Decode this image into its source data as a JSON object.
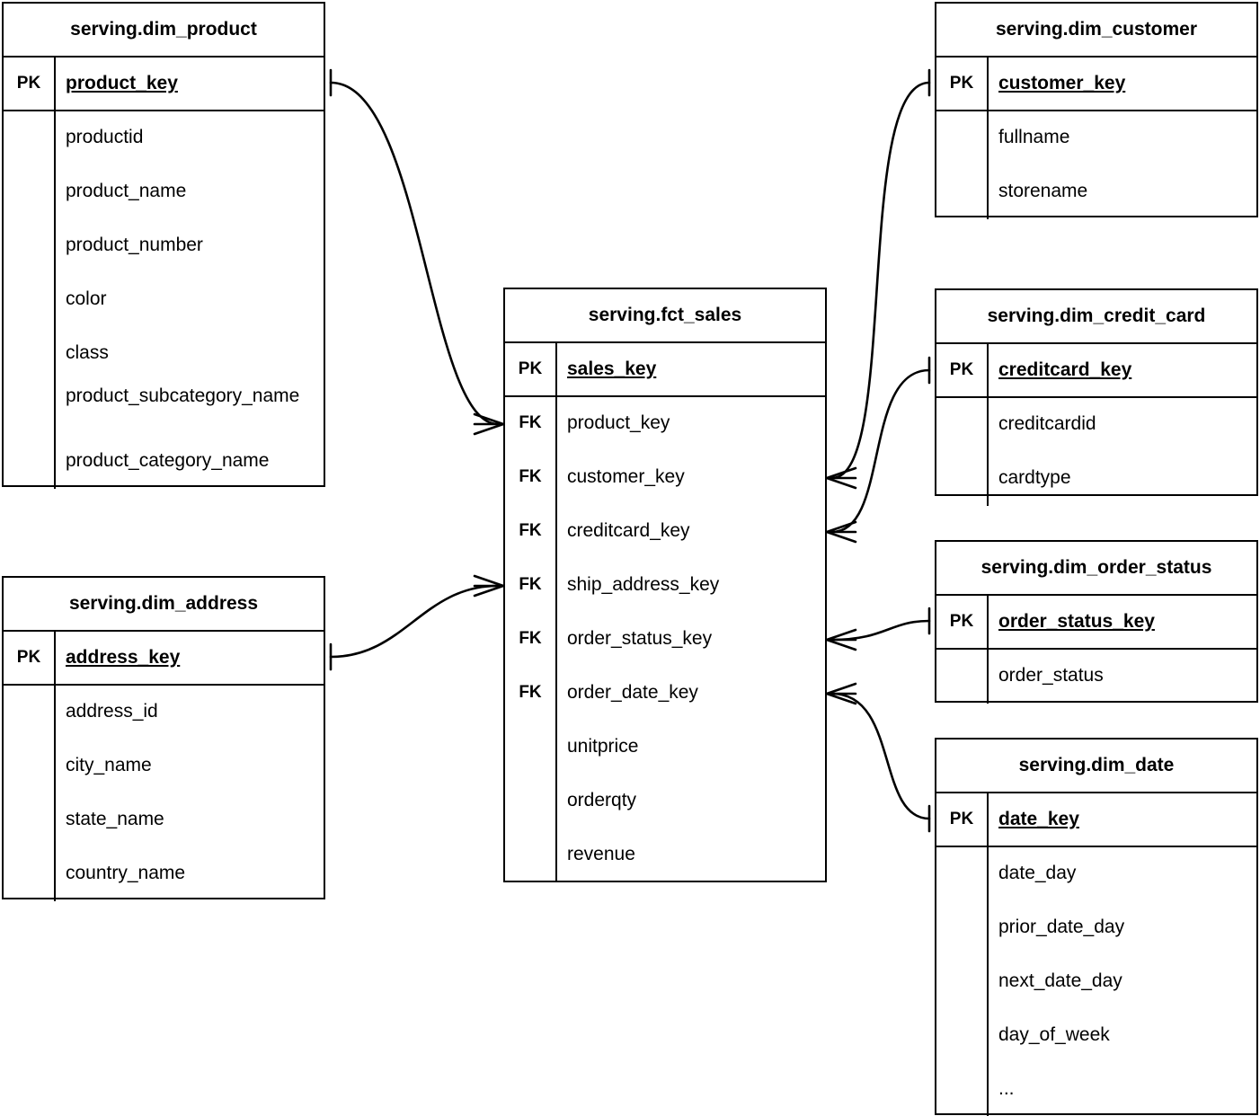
{
  "diagram": {
    "title": "serving layer star schema",
    "type": "entity-relationship-diagram",
    "notation": "crow's-foot",
    "line_color": "#000000",
    "background_color": "#ffffff"
  },
  "labels": {
    "pk": "PK",
    "fk": "FK",
    "ellipsis": "..."
  },
  "entities": [
    {
      "id": "dim_product",
      "name": "serving.dim_product",
      "pk": {
        "key_label": "PK",
        "field": "product_key"
      },
      "fields": [
        {
          "key_label": "",
          "field": "productid"
        },
        {
          "key_label": "",
          "field": "product_name"
        },
        {
          "key_label": "",
          "field": "product_number"
        },
        {
          "key_label": "",
          "field": "color"
        },
        {
          "key_label": "",
          "field": "class"
        },
        {
          "key_label": "",
          "field": "product_subcategory_name"
        },
        {
          "key_label": "",
          "field": "product_category_name"
        }
      ]
    },
    {
      "id": "dim_address",
      "name": "serving.dim_address",
      "pk": {
        "key_label": "PK",
        "field": "address_key"
      },
      "fields": [
        {
          "key_label": "",
          "field": "address_id"
        },
        {
          "key_label": "",
          "field": "city_name"
        },
        {
          "key_label": "",
          "field": "state_name"
        },
        {
          "key_label": "",
          "field": "country_name"
        }
      ]
    },
    {
      "id": "fct_sales",
      "name": "serving.fct_sales",
      "pk": {
        "key_label": "PK",
        "field": "sales_key"
      },
      "fields": [
        {
          "key_label": "FK",
          "field": "product_key"
        },
        {
          "key_label": "FK",
          "field": "customer_key"
        },
        {
          "key_label": "FK",
          "field": "creditcard_key"
        },
        {
          "key_label": "FK",
          "field": "ship_address_key"
        },
        {
          "key_label": "FK",
          "field": "order_status_key"
        },
        {
          "key_label": "FK",
          "field": "order_date_key"
        },
        {
          "key_label": "",
          "field": "unitprice"
        },
        {
          "key_label": "",
          "field": "orderqty"
        },
        {
          "key_label": "",
          "field": "revenue"
        }
      ]
    },
    {
      "id": "dim_customer",
      "name": "serving.dim_customer",
      "pk": {
        "key_label": "PK",
        "field": "customer_key"
      },
      "fields": [
        {
          "key_label": "",
          "field": "fullname"
        },
        {
          "key_label": "",
          "field": "storename"
        }
      ]
    },
    {
      "id": "dim_credit_card",
      "name": "serving.dim_credit_card",
      "pk": {
        "key_label": "PK",
        "field": "creditcard_key"
      },
      "fields": [
        {
          "key_label": "",
          "field": "creditcardid"
        },
        {
          "key_label": "",
          "field": "cardtype"
        }
      ]
    },
    {
      "id": "dim_order_status",
      "name": "serving.dim_order_status",
      "pk": {
        "key_label": "PK",
        "field": "order_status_key"
      },
      "fields": [
        {
          "key_label": "",
          "field": "order_status"
        }
      ]
    },
    {
      "id": "dim_date",
      "name": "serving.dim_date",
      "pk": {
        "key_label": "PK",
        "field": "date_key"
      },
      "fields": [
        {
          "key_label": "",
          "field": "date_day"
        },
        {
          "key_label": "",
          "field": "prior_date_day"
        },
        {
          "key_label": "",
          "field": "next_date_day"
        },
        {
          "key_label": "",
          "field": "day_of_week"
        },
        {
          "key_label": "",
          "field": "..."
        }
      ]
    }
  ],
  "relationships": [
    {
      "id": "rel-product",
      "from_entity": "dim_product",
      "from_field": "product_key",
      "to_entity": "fct_sales",
      "to_field": "product_key",
      "from_cardinality": "one",
      "to_cardinality": "many"
    },
    {
      "id": "rel-address",
      "from_entity": "dim_address",
      "from_field": "address_key",
      "to_entity": "fct_sales",
      "to_field": "ship_address_key",
      "from_cardinality": "one",
      "to_cardinality": "many"
    },
    {
      "id": "rel-customer",
      "from_entity": "dim_customer",
      "from_field": "customer_key",
      "to_entity": "fct_sales",
      "to_field": "customer_key",
      "from_cardinality": "one",
      "to_cardinality": "many"
    },
    {
      "id": "rel-creditcard",
      "from_entity": "dim_credit_card",
      "from_field": "creditcard_key",
      "to_entity": "fct_sales",
      "to_field": "creditcard_key",
      "from_cardinality": "one",
      "to_cardinality": "many"
    },
    {
      "id": "rel-order-status",
      "from_entity": "dim_order_status",
      "from_field": "order_status_key",
      "to_entity": "fct_sales",
      "to_field": "order_status_key",
      "from_cardinality": "one",
      "to_cardinality": "many"
    },
    {
      "id": "rel-date",
      "from_entity": "dim_date",
      "from_field": "date_key",
      "to_entity": "fct_sales",
      "to_field": "order_date_key",
      "from_cardinality": "one",
      "to_cardinality": "many"
    }
  ]
}
